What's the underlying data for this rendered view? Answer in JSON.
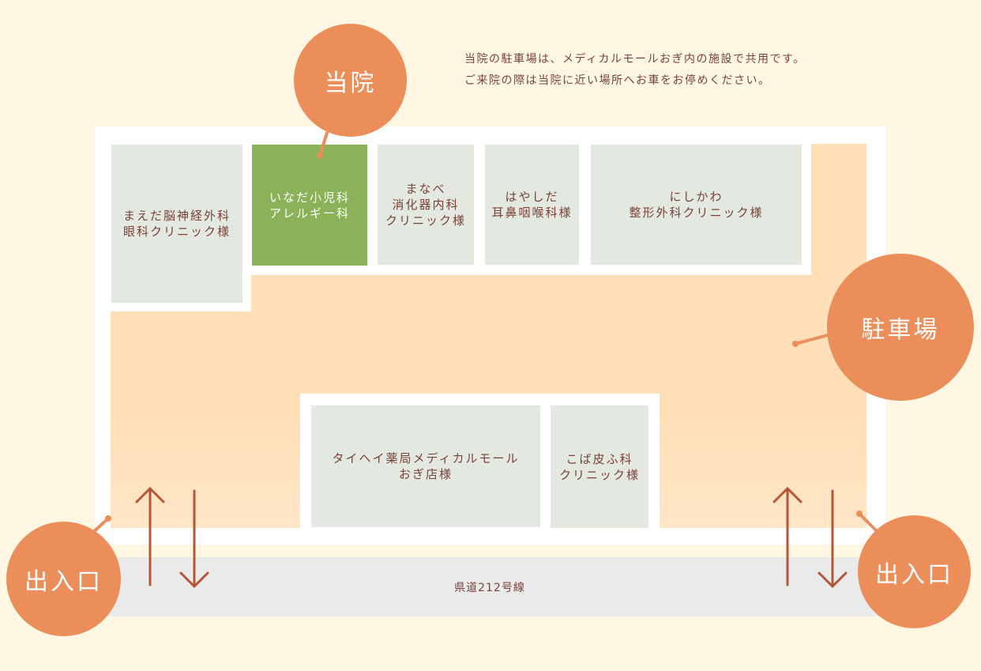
{
  "notice": {
    "line1": "当院の駐車場は、メディカルモールおぎ内の施設で共用です。",
    "line2": "ご来院の際は当院に近い場所へお車をお停めください。"
  },
  "labels": {
    "clinic": "当院",
    "parking": "駐車場",
    "entrance_left": "出入口",
    "entrance_right": "出入口"
  },
  "road": {
    "label": "県道212号線"
  },
  "stores": [
    {
      "lines": [
        "まえだ脳神経外科",
        "眼科クリニック様"
      ]
    },
    {
      "lines": [
        "いなだ小児科",
        "アレルギー科"
      ]
    },
    {
      "lines": [
        "まなべ",
        "消化器内科",
        "クリニック様"
      ]
    },
    {
      "lines": [
        "はやしだ",
        "耳鼻咽喉科様"
      ]
    },
    {
      "lines": [
        "にしかわ",
        "整形外科クリニック様"
      ]
    },
    {
      "lines": [
        "タイヘイ薬局メディカルモール",
        "おぎ店様"
      ]
    },
    {
      "lines": [
        "こば皮ふ科",
        "クリニック様"
      ]
    }
  ],
  "colors": {
    "accent": "#eb8e5a",
    "our_clinic": "#8bb258",
    "store": "#e3e8e0",
    "parking": "#ffdfb7",
    "road": "#eaeaea",
    "arrow": "#b65538",
    "text": "#7a4238",
    "background": "#fff7e2"
  }
}
